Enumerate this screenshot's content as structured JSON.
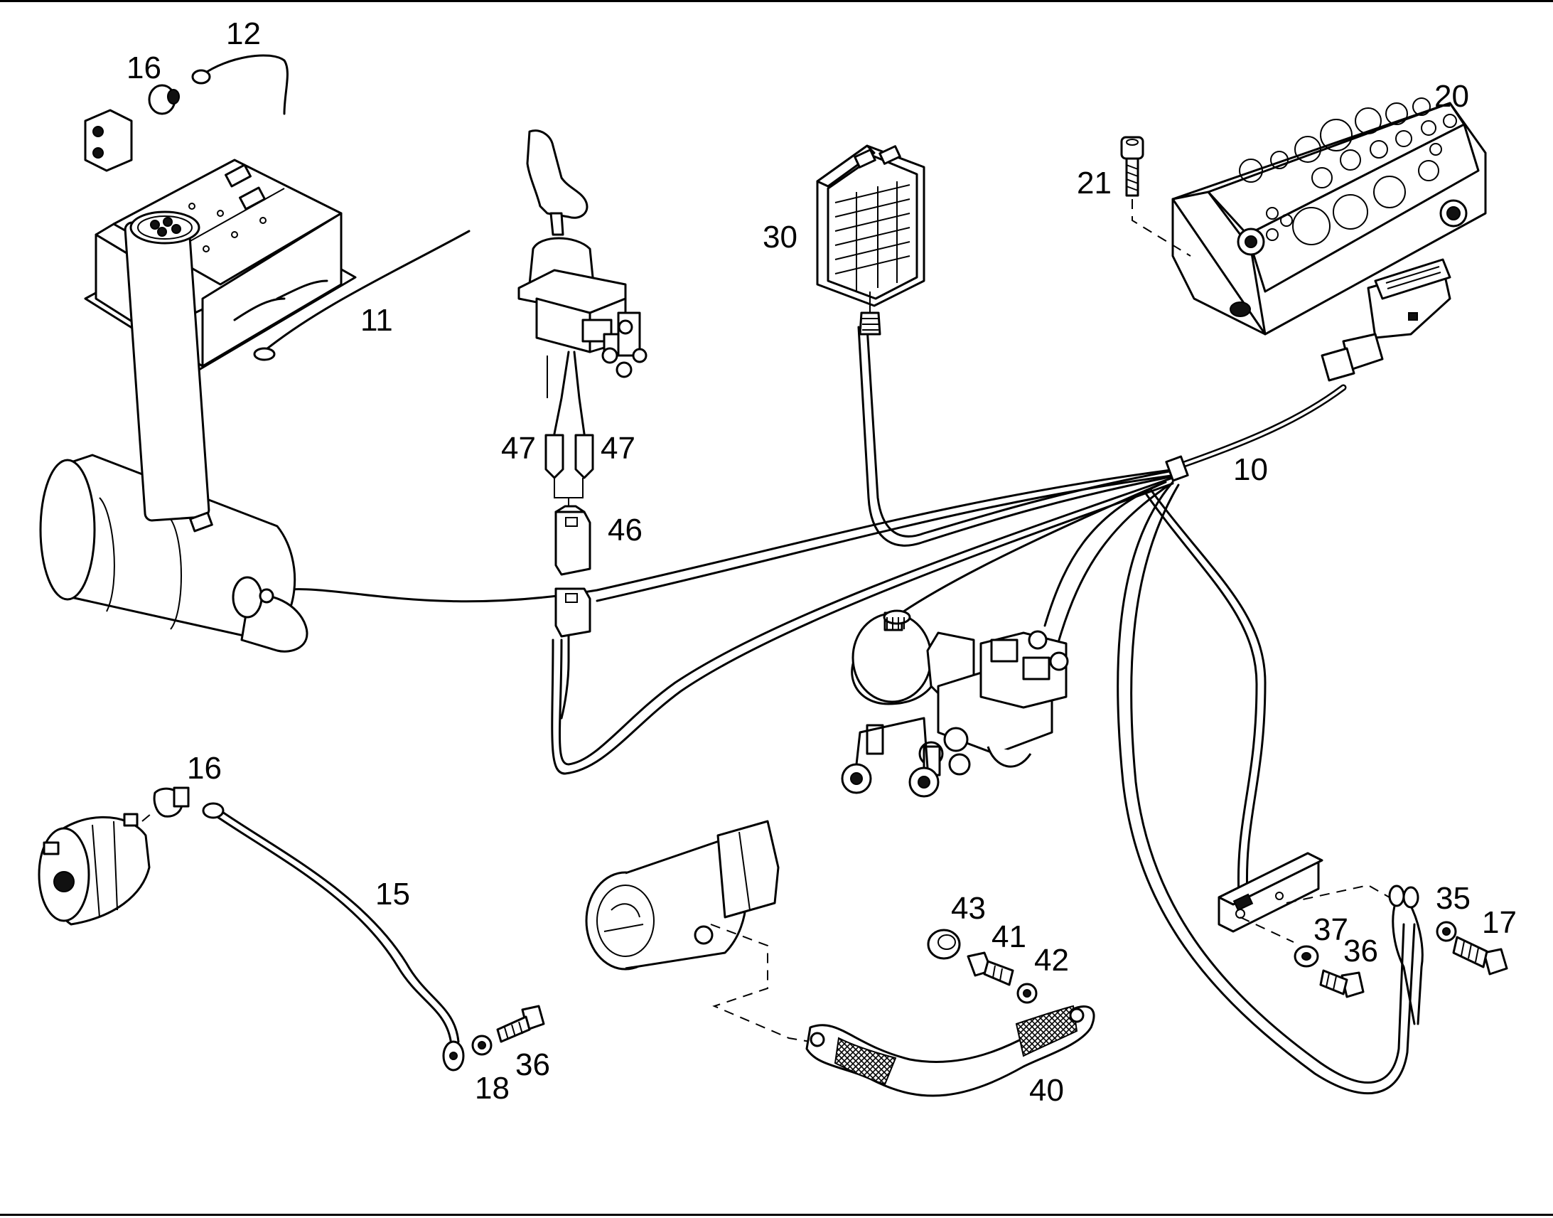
{
  "figure": {
    "callouts": [
      {
        "id": "c12",
        "text": "12"
      },
      {
        "id": "c16a",
        "text": "16"
      },
      {
        "id": "c11",
        "text": "11"
      },
      {
        "id": "c47a",
        "text": "47"
      },
      {
        "id": "c47b",
        "text": "47"
      },
      {
        "id": "c46",
        "text": "46"
      },
      {
        "id": "c30",
        "text": "30"
      },
      {
        "id": "c21",
        "text": "21"
      },
      {
        "id": "c20",
        "text": "20"
      },
      {
        "id": "c10",
        "text": "10"
      },
      {
        "id": "c16b",
        "text": "16"
      },
      {
        "id": "c15",
        "text": "15"
      },
      {
        "id": "c18",
        "text": "18"
      },
      {
        "id": "c36a",
        "text": "36"
      },
      {
        "id": "c43",
        "text": "43"
      },
      {
        "id": "c41",
        "text": "41"
      },
      {
        "id": "c42",
        "text": "42"
      },
      {
        "id": "c40",
        "text": "40"
      },
      {
        "id": "c35",
        "text": "35"
      },
      {
        "id": "c17",
        "text": "17"
      },
      {
        "id": "c37",
        "text": "37"
      },
      {
        "id": "c36b",
        "text": "36"
      }
    ]
  }
}
